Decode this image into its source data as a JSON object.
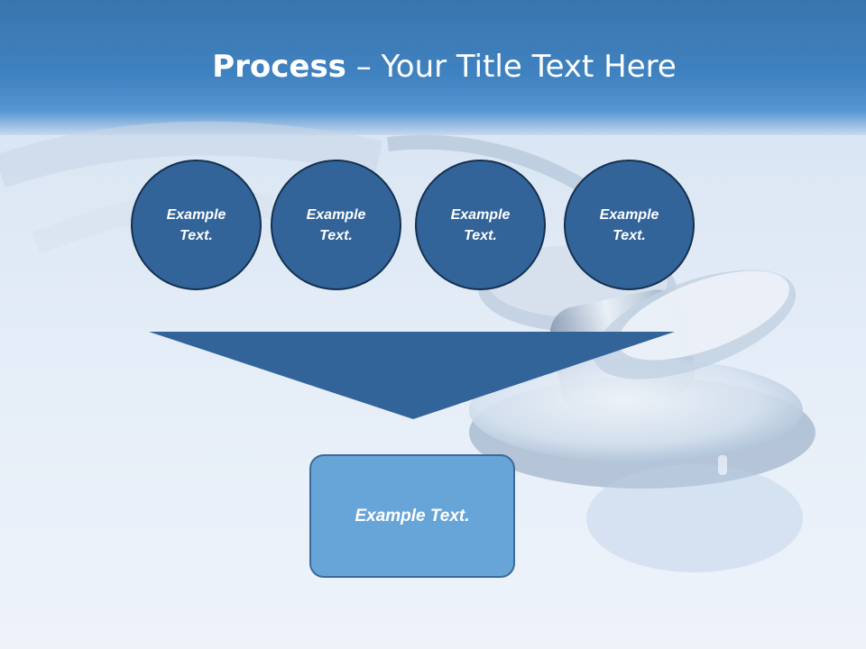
{
  "slide": {
    "title_bold": "Process",
    "title_rest": " – Your Title Text Here"
  },
  "process_steps": [
    {
      "label": "Example Text."
    },
    {
      "label": "Example Text."
    },
    {
      "label": "Example Text."
    },
    {
      "label": "Example Text."
    }
  ],
  "result_box": {
    "label": "Example Text."
  },
  "colors": {
    "banner": "#3f82c0",
    "circle_fill": "#32649a",
    "circle_border": "#14304f",
    "arrow_fill": "#32649a",
    "box_fill": "#67a5d9"
  }
}
